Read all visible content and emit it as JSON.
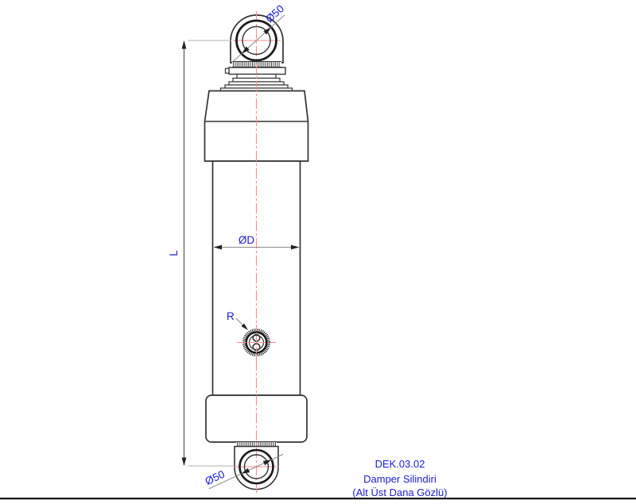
{
  "drawing": {
    "labels": {
      "top_eye_dia": "Ø50",
      "bottom_eye_dia": "Ø50",
      "body_dia": "ØD",
      "length": "L",
      "port": "R"
    },
    "title_block": {
      "code": "DEK.03.02",
      "name": "Damper Silindiri",
      "variant": "(Alt Üst Dana Gözlü)"
    },
    "colors": {
      "label_text": "#1c1cd2",
      "centerline": "#ff8c8c",
      "outline": "#333333",
      "dimension_line": "#8a8a8a",
      "frame_line": "#111111",
      "background": "#ffffff"
    }
  }
}
